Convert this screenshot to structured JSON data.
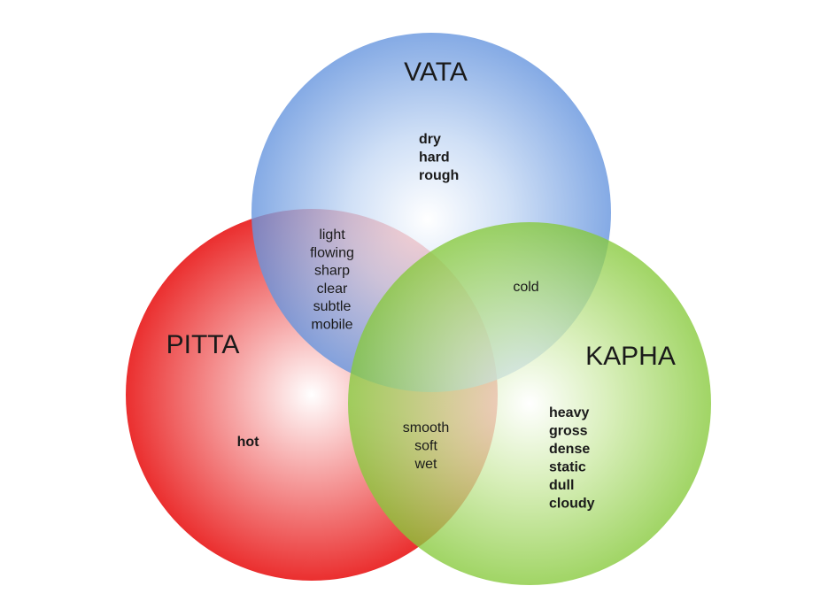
{
  "diagram": {
    "circles": {
      "vata": {
        "label": "VATA",
        "color": "#5b8fe0"
      },
      "pitta": {
        "label": "PITTA",
        "color": "#ee2626"
      },
      "kapha": {
        "label": "KAPHA",
        "color": "#8fcf3c"
      }
    },
    "regions": {
      "vata_only": [
        "dry",
        "hard",
        "rough"
      ],
      "pitta_only": [
        "hot"
      ],
      "kapha_only": [
        "heavy",
        "gross",
        "dense",
        "static",
        "dull",
        "cloudy"
      ],
      "vata_pitta": [
        "light",
        "flowing",
        "sharp",
        "clear",
        "subtle",
        "mobile"
      ],
      "vata_kapha": [
        "cold"
      ],
      "pitta_kapha": [
        "smooth",
        "soft",
        "wet"
      ]
    }
  }
}
